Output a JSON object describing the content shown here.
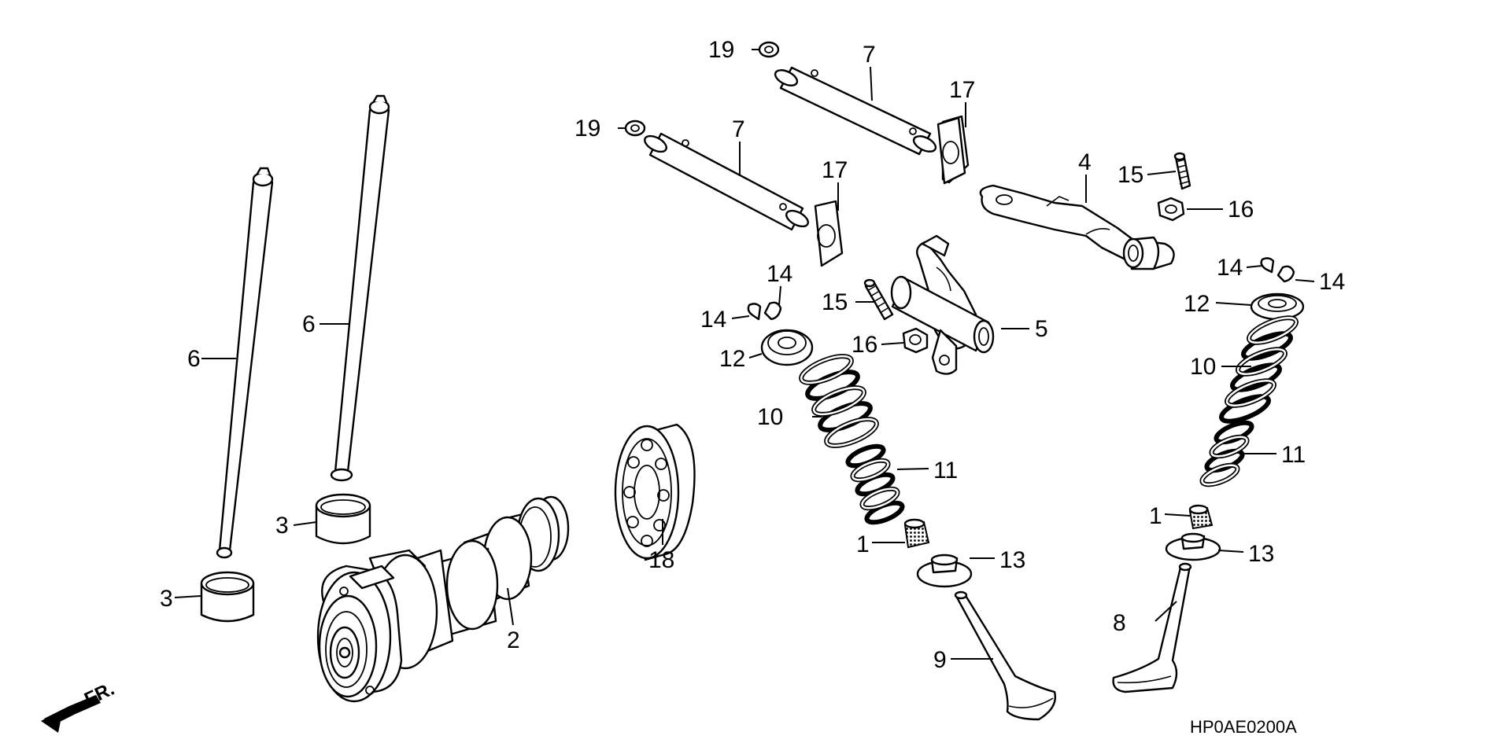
{
  "diagram": {
    "code": "HP0AE0200A",
    "front_indicator": "FR.",
    "callouts": {
      "n1a": "1",
      "n1b": "1",
      "n2": "2",
      "n3a": "3",
      "n3b": "3",
      "n4": "4",
      "n5": "5",
      "n6a": "6",
      "n6b": "6",
      "n7a": "7",
      "n7b": "7",
      "n8": "8",
      "n9": "9",
      "n10a": "10",
      "n10b": "10",
      "n11a": "11",
      "n11b": "11",
      "n12a": "12",
      "n12b": "12",
      "n13a": "13",
      "n13b": "13",
      "n14a": "14",
      "n14b": "14",
      "n14c": "14",
      "n14d": "14",
      "n15a": "15",
      "n15b": "15",
      "n16a": "16",
      "n16b": "16",
      "n17a": "17",
      "n17b": "17",
      "n18": "18",
      "n19a": "19",
      "n19b": "19"
    }
  }
}
